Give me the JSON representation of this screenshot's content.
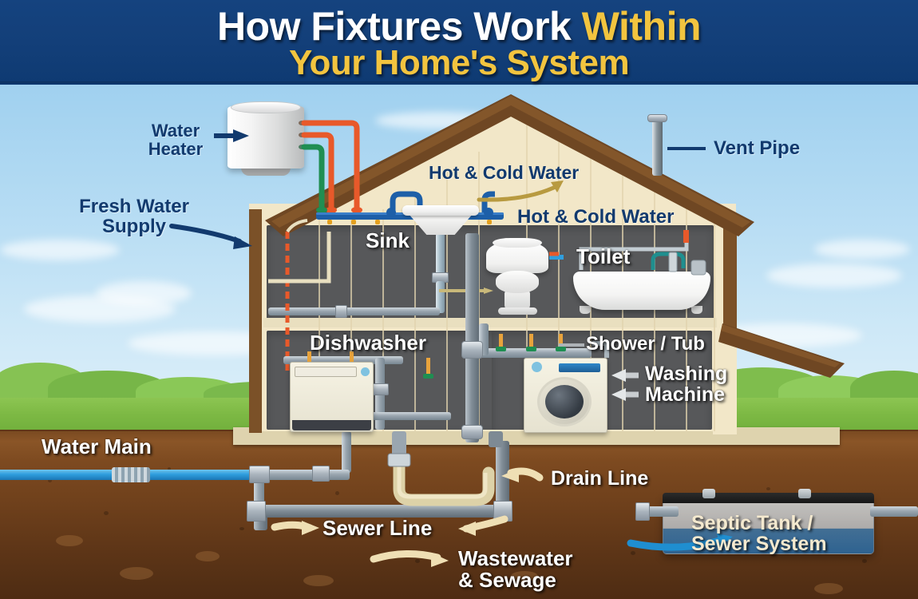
{
  "banner": {
    "line1_part1": "How Fixtures Work ",
    "line1_part2": "Within",
    "line2": "Your Home's System",
    "white_color": "#ffffff",
    "gold_color": "#f2c43f",
    "background_color": "#133f79"
  },
  "labels": {
    "water_heater": "Water\nHeater",
    "water_heater_l1": "Water",
    "water_heater_l2": "Heater",
    "fresh_water_supply_l1": "Fresh Water",
    "fresh_water_supply_l2": "Supply",
    "vent_pipe": "Vent Pipe",
    "hot_cold_water_upper": "Hot & Cold Water",
    "hot_cold_water_lower": "Hot & Cold Water",
    "sink": "Sink",
    "toilet": "Toilet",
    "dishwasher": "Dishwasher",
    "shower_tub": "Shower / Tub",
    "washing_machine_l1": "Washing",
    "washing_machine_l2": "Machine",
    "water_main": "Water Main",
    "drain_line": "Drain Line",
    "sewer_line": "Sewer Line",
    "wastewater_l1": "Wastewater",
    "wastewater_l2": "& Sewage",
    "septic_tank_l1": "Septic Tank /",
    "septic_tank_l2": "Sewer System"
  },
  "colors": {
    "navy_label": "#123a6e",
    "white_label": "#ffffff",
    "cream_label": "#f4e9cf",
    "hot_water_pipe": "#e8592a",
    "cold_water_pipe": "#1f8e52",
    "supply_manifold": "#1d5fa8",
    "water_main_pipe": "#2f9ede",
    "soil": "#6d3f1b",
    "grass": "#7db944",
    "sky": "#b4dbf3",
    "house_siding": "#f2e7c8",
    "roof": "#6d4722",
    "interior_wall": "#57585a",
    "arrow_cream": "#efdfb4"
  },
  "diagram": {
    "type": "cutaway-infographic",
    "subject": "Residential plumbing system",
    "components": [
      "Water Heater",
      "Vent Pipe",
      "Sink",
      "Toilet",
      "Shower / Tub",
      "Dishwasher",
      "Washing Machine",
      "Water Main",
      "Drain Line",
      "Sewer Line",
      "Septic Tank / Sewer System"
    ],
    "flows": [
      "Fresh Water Supply",
      "Hot & Cold Water",
      "Wastewater & Sewage"
    ]
  }
}
